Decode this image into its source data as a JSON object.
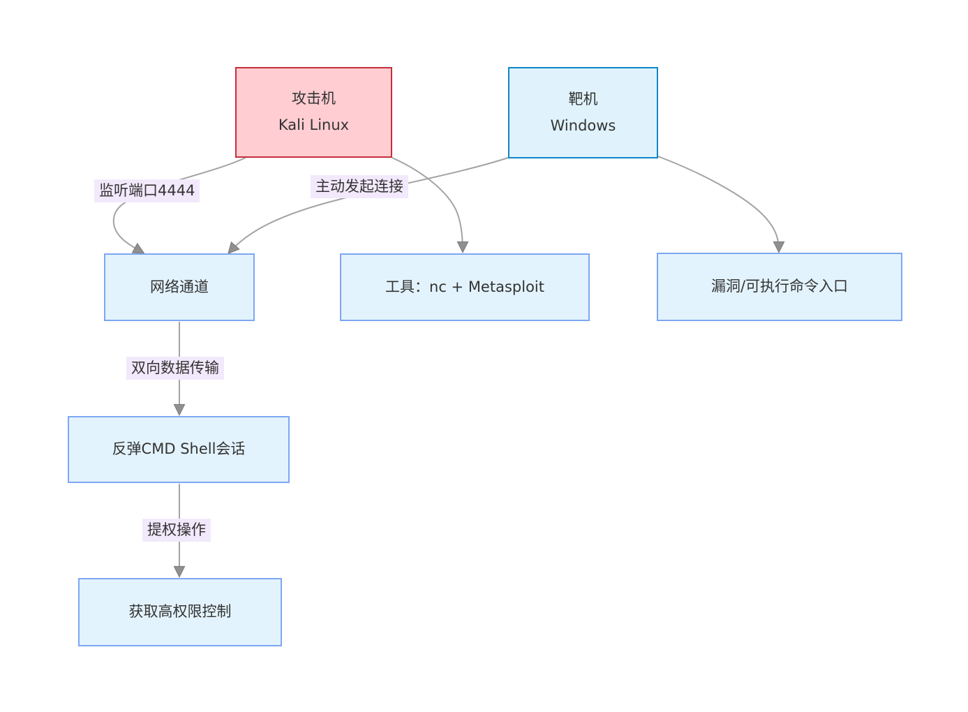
{
  "diagram": {
    "type": "flowchart",
    "nodes": {
      "attacker": {
        "lines": [
          "攻击机",
          "Kali Linux"
        ]
      },
      "target": {
        "lines": [
          "靶机",
          "Windows"
        ]
      },
      "channel": {
        "label": "网络通道"
      },
      "tools": {
        "label": "工具：nc + Metasploit"
      },
      "vuln_entry": {
        "label": "漏洞/可执行命令入口"
      },
      "shell_session": {
        "label": "反弹CMD Shell会话"
      },
      "priv_control": {
        "label": "获取高权限控制"
      }
    },
    "edges": [
      {
        "from": "attacker",
        "to": "channel",
        "label": "监听端口4444"
      },
      {
        "from": "target",
        "to": "channel",
        "label": "主动发起连接"
      },
      {
        "from": "attacker",
        "to": "tools",
        "label": ""
      },
      {
        "from": "target",
        "to": "vuln_entry",
        "label": ""
      },
      {
        "from": "channel",
        "to": "shell_session",
        "label": "双向数据传输"
      },
      {
        "from": "shell_session",
        "to": "priv_control",
        "label": "提权操作"
      }
    ],
    "colors": {
      "attacker_fill": "#ffcdd2",
      "attacker_border": "#c62f3b",
      "target_fill": "#e0f3fc",
      "target_border": "#0d87c8",
      "node_fill": "#e3f3fd",
      "node_border": "#7da7f3",
      "edge": "#a3a3a3",
      "arrow": "#909090",
      "label_bg": "#f2e9fc",
      "text": "#333333"
    }
  }
}
